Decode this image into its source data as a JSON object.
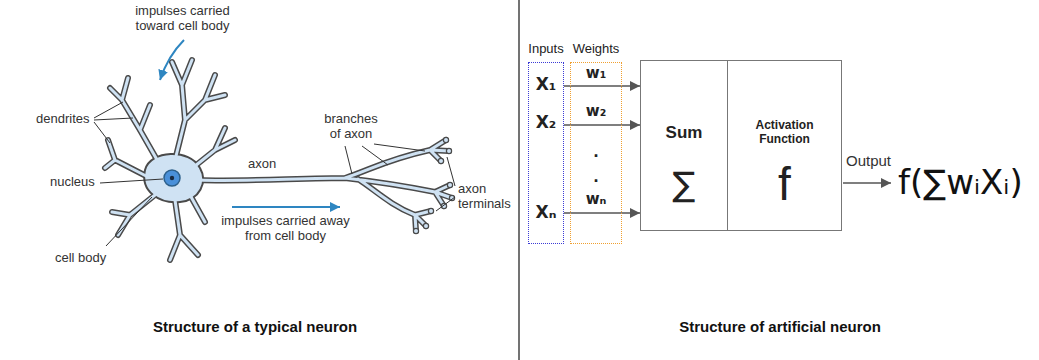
{
  "diagram": {
    "nodes": [
      {
        "text": [
          "Inputs",
          "X₁",
          "X₂",
          "Xₙ"
        ]
      },
      {
        "text": [
          "Weights",
          "w₁",
          "w₂",
          ".",
          ".",
          "wₙ"
        ]
      },
      {
        "text": [
          "Sum",
          "∑"
        ]
      },
      {
        "text": [
          "Activation Function",
          "f"
        ]
      }
    ],
    "edges": [
      {
        "from": 0,
        "to": 2,
        "arrow": "to"
      },
      {
        "from": 0,
        "to": 2,
        "arrow": "to"
      },
      {
        "from": 0,
        "to": 2,
        "arrow": "to"
      }
    ],
    "labels": [
      "impulses carried toward cell body",
      "dendrites",
      "nucleus",
      "cell body",
      "axon",
      "impulses carried away from cell body",
      "branches of axon",
      "axon terminals",
      "Structure of a typical neuron",
      "Output",
      "f(∑wᵢXᵢ)",
      "Structure of artificial neuron"
    ]
  }
}
